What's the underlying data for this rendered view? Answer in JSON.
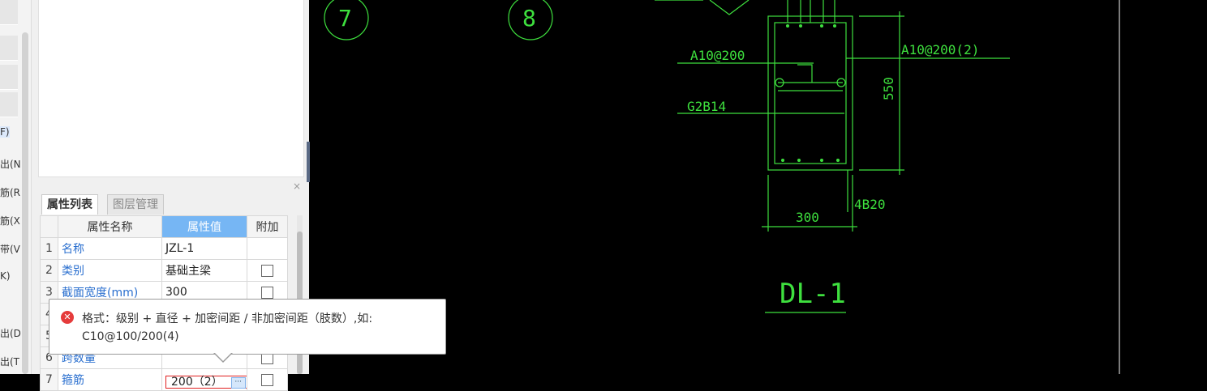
{
  "left_strip": {
    "labels": [
      "F)",
      "出(N",
      "筋(R",
      "筋(X",
      "带(V",
      "K)",
      "出(D",
      "出(T"
    ]
  },
  "panel": {
    "close_glyph": "×",
    "tabs": {
      "attributes": "属性列表",
      "layers": "图层管理"
    },
    "columns": {
      "name": "属性名称",
      "value": "属性值",
      "extra": "附加"
    },
    "rows": [
      {
        "num": "1",
        "name": "名称",
        "value": "JZL-1",
        "checkbox": false
      },
      {
        "num": "2",
        "name": "类别",
        "value": "基础主梁",
        "checkbox": true
      },
      {
        "num": "3",
        "name": "截面宽度(mm)",
        "value": "300",
        "checkbox": true
      },
      {
        "num": "4",
        "name": "",
        "value": "",
        "checkbox": true
      },
      {
        "num": "5",
        "name": "",
        "value": "",
        "checkbox": true
      },
      {
        "num": "6",
        "name": "跨数量",
        "value": "",
        "checkbox": true
      },
      {
        "num": "7",
        "name": "箍筋",
        "value": "200（2）",
        "checkbox": true
      }
    ],
    "ellipsis": "···"
  },
  "tooltip": {
    "icon": "error-icon",
    "line1": "格式：级别 + 直径 + 加密间距 / 非加密间距（肢数）,如:",
    "line2": "C10@100/200(4)"
  },
  "cad": {
    "axis_7": "7",
    "axis_8": "8",
    "label_stirrup_left": "A10@200",
    "label_stirrup_right": "A10@200(2)",
    "label_side_bar": "G2B14",
    "label_bottom_bar": "4B20",
    "dim_height": "550",
    "dim_width": "300",
    "title": "DL-1"
  },
  "colors": {
    "cad_green": "#3ee03e",
    "selected_col": "#76b6f4",
    "error_red": "#e53b3b"
  }
}
